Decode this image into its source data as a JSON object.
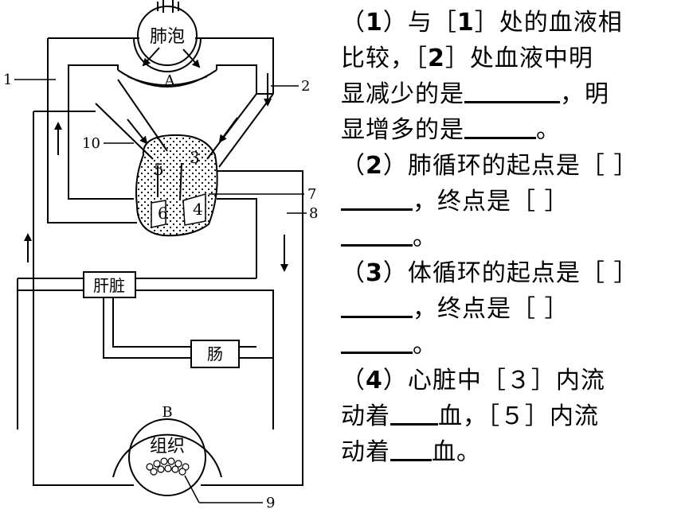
{
  "diagram": {
    "labels": {
      "alveolus": "肺泡",
      "liver": "肝脏",
      "intestine": "肠",
      "tissue": "组织",
      "A": "A",
      "B": "B",
      "n1": "1",
      "n2": "2",
      "n3": "3",
      "n4": "4",
      "n5": "5",
      "n6": "6",
      "n7": "7",
      "n8": "8",
      "n9": "9",
      "n10": "10"
    }
  },
  "questions": {
    "q1": {
      "part1": "（1）与［1］处的血液相",
      "part2": "比较，［2］处血液中明",
      "part3a": "显减少的是",
      "part3b": "，明",
      "part4a": "显增多的是",
      "part4b": "。"
    },
    "q2": {
      "part1": "（2）肺循环的起点是［ ］",
      "part2b": "，终点是［ ］",
      "part3b": "。"
    },
    "q3": {
      "part1": "（3）体循环的起点是［ ］",
      "part2b": "，终点是［ ］",
      "part3b": "。"
    },
    "q4": {
      "part1": "（4）心脏中［３］内流",
      "part2a": "动着",
      "part2b": "血，［５］内流",
      "part3a": "动着",
      "part3b": "血。"
    }
  }
}
